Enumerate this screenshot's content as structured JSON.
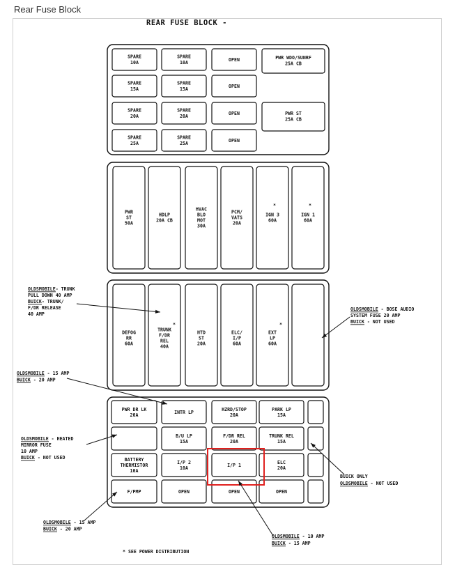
{
  "page": {
    "heading": "Rear Fuse Block"
  },
  "diagram": {
    "title": "REAR FUSE BLOCK -",
    "top_block": [
      [
        "SPARE",
        "10A"
      ],
      [
        "SPARE",
        "10A"
      ],
      [
        "OPEN"
      ],
      [
        "PWR WDO/SUNRF",
        "25A CB"
      ],
      [
        "SPARE",
        "15A"
      ],
      [
        "SPARE",
        "15A"
      ],
      [
        "OPEN"
      ],
      [
        "SPARE",
        "20A"
      ],
      [
        "SPARE",
        "20A"
      ],
      [
        "OPEN"
      ],
      [
        "PWR ST",
        "25A CB"
      ],
      [
        "SPARE",
        "25A"
      ],
      [
        "SPARE",
        "25A"
      ],
      [
        "OPEN"
      ]
    ],
    "maxi_row_1": [
      [
        "PWR",
        "ST",
        "50A"
      ],
      [
        "HDLP",
        "20A CB"
      ],
      [
        "HVAC",
        "BLO",
        "MOT",
        "30A"
      ],
      [
        "PCM/",
        "VATS",
        "20A"
      ],
      [
        "IGN 3",
        "60A"
      ],
      [
        "IGN 1",
        "60A"
      ]
    ],
    "maxi_row_2": [
      [
        "DEFOG",
        "RR",
        "60A"
      ],
      [
        "TRUNK",
        "F/DR",
        "REL",
        "40A"
      ],
      [
        "HTD",
        "ST",
        "20A"
      ],
      [
        "ELC/",
        "I/P",
        "60A"
      ],
      [
        "EXT",
        "LP",
        "60A"
      ],
      []
    ],
    "mini_block": [
      [
        "PWR DR LK",
        "20A"
      ],
      [
        "INTR LP"
      ],
      [
        "HZRD/STOP",
        "20A"
      ],
      [
        "PARK LP",
        "15A"
      ],
      [],
      [
        "B/U LP",
        "15A"
      ],
      [
        "F/DR REL",
        "20A"
      ],
      [
        "TRUNK REL",
        "15A"
      ],
      [
        "BATTERY",
        "THERMISTOR",
        "10A"
      ],
      [
        "I/P 2",
        "10A"
      ],
      [
        "I/P 1"
      ],
      [
        "ELC",
        "20A"
      ],
      [
        "F/PMP"
      ],
      [
        "OPEN"
      ],
      [
        "OPEN"
      ],
      [
        "OPEN"
      ]
    ],
    "dot_mark": "*",
    "notes": {
      "trunk_pulldown": [
        "OLDSMOBILE- TRUNK",
        "PULL DOWN 40 AMP",
        "BUICK- TRUNK/",
        "F/DR RELEASE",
        "40 AMP"
      ],
      "bose": [
        "OLDSMOBILE - BOSE AUDIO",
        "SYSTEM FUSE 20 AMP",
        "BUICK - NOT USED"
      ],
      "intr_lp": [
        "OLDSMOBILE - 15 AMP",
        "BUICK - 20 AMP"
      ],
      "mirror": [
        "OLDSMOBILE - HEATED",
        "MIRROR FUSE",
        "10 AMP",
        "BUICK - NOT USED"
      ],
      "trunk_rel": [
        "BUICK ONLY",
        "OLDSMOBILE - NOT USED"
      ],
      "fpmp": [
        "OLDSMOBILE - 15 AMP",
        "BUICK - 20 AMP"
      ],
      "ip1": [
        "OLDSMOBILE - 10 AMP",
        "BUICK - 15 AMP"
      ]
    },
    "footnote": "* SEE POWER DISTRIBUTION"
  },
  "colors": {
    "highlight": "#e0201e",
    "ink": "#111111"
  }
}
